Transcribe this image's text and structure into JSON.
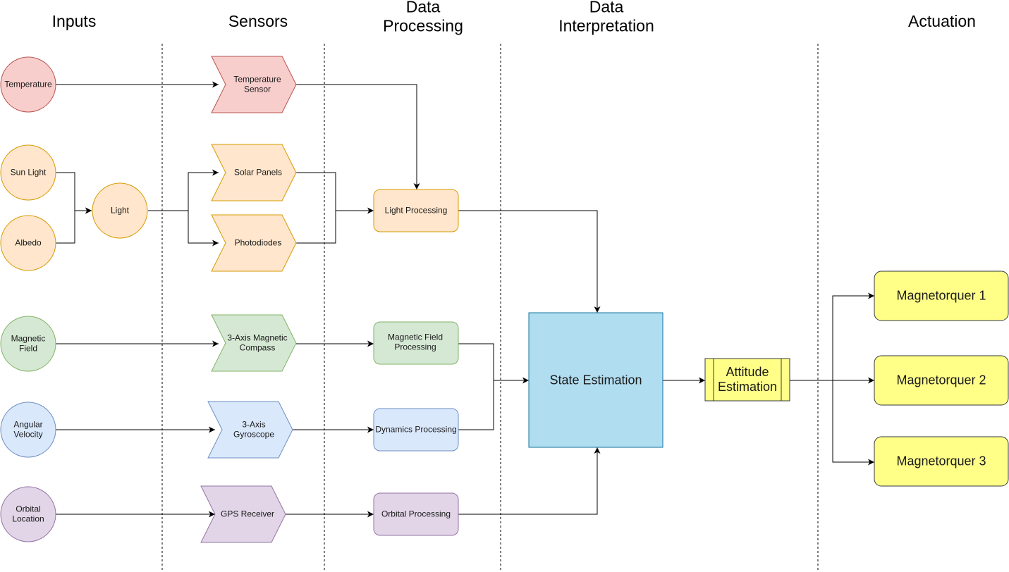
{
  "columns": {
    "inputs": "Inputs",
    "sensors": "Sensors",
    "data_processing": [
      "Data",
      "Processing"
    ],
    "data_interpretation": [
      "Data",
      "Interpretation"
    ],
    "actuation": "Actuation"
  },
  "inputs": {
    "temperature": [
      "Temperature"
    ],
    "sun_light": [
      "Sun Light"
    ],
    "albedo": [
      "Albedo"
    ],
    "light": [
      "Light"
    ],
    "magnetic_field": [
      "Magnetic",
      "Field"
    ],
    "angular_velocity": [
      "Angular",
      "Velocity"
    ],
    "orbital_location": [
      "Orbital",
      "Location"
    ]
  },
  "sensors": {
    "temperature_sensor": [
      "Temperature",
      "Sensor"
    ],
    "solar_panels": [
      "Solar Panels"
    ],
    "photodiodes": [
      "Photodiodes"
    ],
    "magnetic_compass": [
      "3-Axis Magnetic",
      "Compass"
    ],
    "gyroscope": [
      "3-Axis",
      "Gyroscope"
    ],
    "gps_receiver": [
      "GPS Receiver"
    ]
  },
  "processing": {
    "light_processing": [
      "Light Processing"
    ],
    "magnetic_field_processing": [
      "Magnetic Field",
      "Processing"
    ],
    "dynamics_processing": [
      "Dynamics Processing"
    ],
    "orbital_processing": [
      "Orbital Processing"
    ]
  },
  "interpretation": {
    "state_estimation": [
      "State Estimation"
    ],
    "attitude_estimation": [
      "Attitude",
      "Estimation"
    ]
  },
  "actuation": {
    "magnetorquer_1": [
      "Magnetorquer 1"
    ],
    "magnetorquer_2": [
      "Magnetorquer 2"
    ],
    "magnetorquer_3": [
      "Magnetorquer 3"
    ]
  },
  "colors": {
    "red_fill": "#f8cecc",
    "red_stroke": "#b85450",
    "orange_fill": "#ffe6cc",
    "orange_stroke": "#d79b00",
    "green_fill": "#d5e8d4",
    "green_stroke": "#82b366",
    "blue_fill": "#dae8fc",
    "blue_stroke": "#6c8ebf",
    "purple_fill": "#e1d5e7",
    "purple_stroke": "#9673a6",
    "cyan_fill": "#b1ddf0",
    "cyan_stroke": "#10739e",
    "yellow_fill": "#ffff88",
    "yellow_stroke": "#36393d"
  }
}
